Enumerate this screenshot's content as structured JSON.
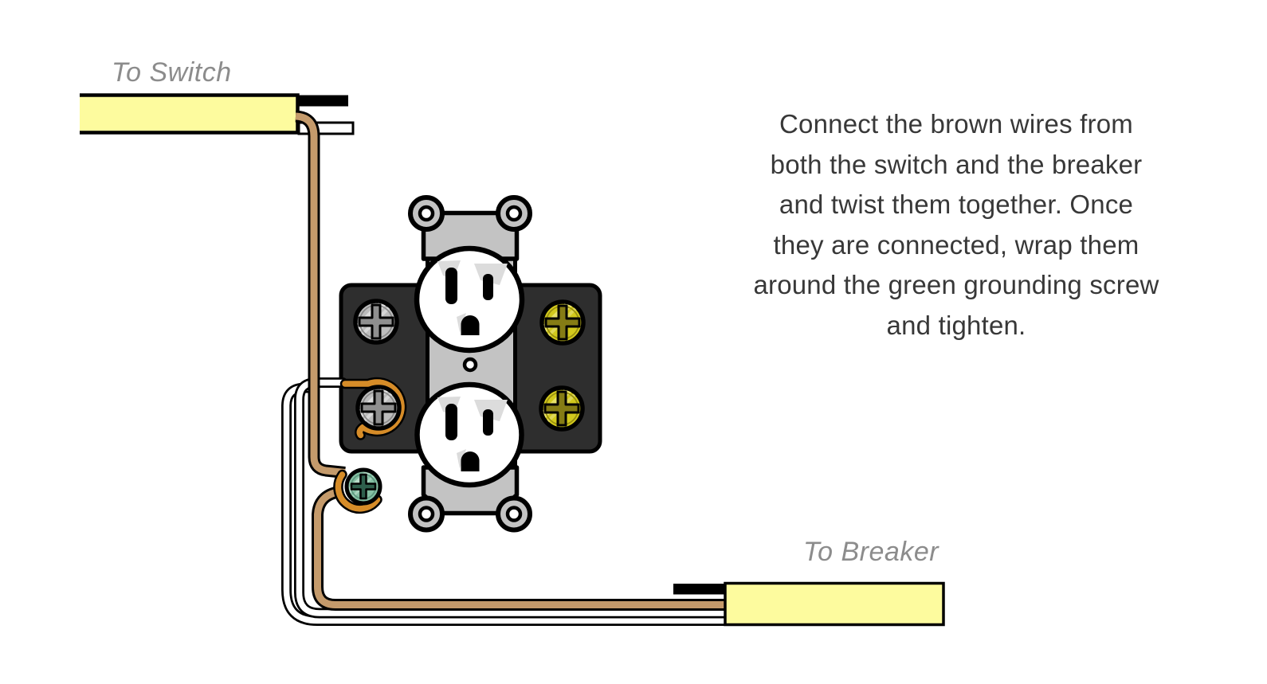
{
  "page": {
    "title": "Outlet grounding wiring diagram"
  },
  "labels": {
    "switch_cable": "To Switch",
    "breaker_cable": "To Breaker"
  },
  "instruction": {
    "text": "Connect the brown wires from\nboth the switch and the breaker\nand twist them together. Once\nthey are connected, wrap them\naround the green grounding screw\nand tighten."
  },
  "diagram": {
    "type": "wiring-illustration",
    "outlet": {
      "kind": "duplex-receptacle",
      "left_terminal_screws": "silver",
      "right_terminal_screws": "brass",
      "grounding_screw": "green",
      "faces": 2
    },
    "cables": [
      {
        "id": "switch-cable",
        "label": "To Switch",
        "position": "top-left",
        "visible_wires": [
          "black",
          "white",
          "brown"
        ]
      },
      {
        "id": "breaker-cable",
        "label": "To Breaker",
        "position": "bottom-right",
        "visible_wires": [
          "black",
          "brown",
          "white",
          "white"
        ]
      }
    ],
    "connections": [
      {
        "wire": "white (breaker)",
        "terminal": "lower-left silver screw"
      },
      {
        "wire": "brown (switch) twisted with brown (breaker)",
        "terminal": "green grounding screw"
      }
    ],
    "colors": {
      "cable_sheath": "#FDFB9E",
      "wire_brown": "#C49A6B",
      "bare_copper": "#D68C28",
      "wire_white": "#FFFFFF",
      "wire_black": "#000000",
      "outlet_body": "#2E2E2E",
      "mounting_strap": "#C3C3C3",
      "screw_silver": "#BDBDBD",
      "screw_brass": "#D2C91D",
      "screw_green": "#84BFA2",
      "label_text": "#8C8C8C",
      "instruction_text": "#383838"
    }
  }
}
